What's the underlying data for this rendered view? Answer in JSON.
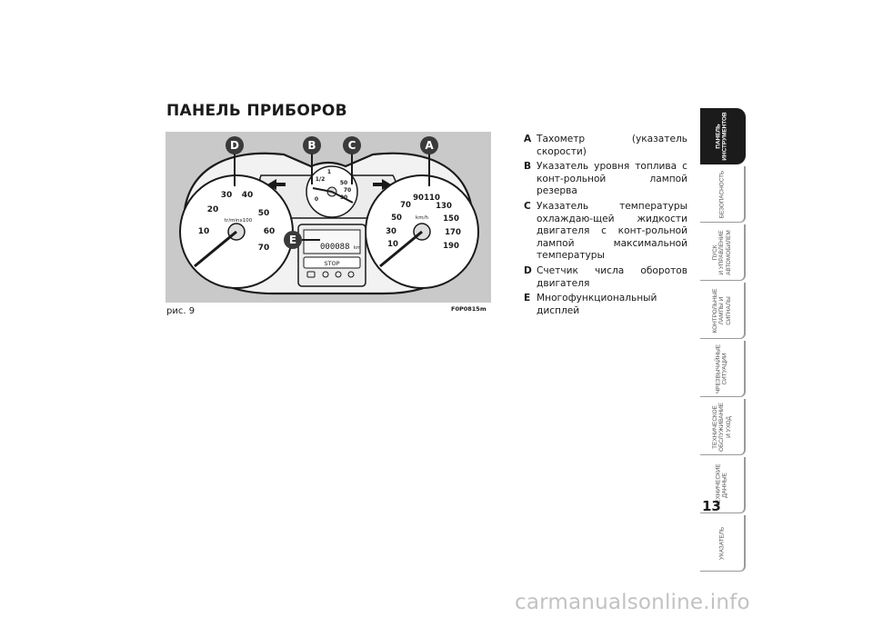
{
  "page": {
    "title": "ПАНЕЛЬ ПРИБОРОВ",
    "page_number": "13",
    "watermark": "carmanualsonline.info"
  },
  "figure": {
    "caption": "рис. 9",
    "code": "F0P0815m",
    "callouts": [
      "D",
      "B",
      "C",
      "A",
      "E"
    ],
    "tach_numbers": [
      "10",
      "20",
      "30",
      "40",
      "50",
      "60",
      "70"
    ],
    "tach_unit": "tr/minx100",
    "speed_numbers": [
      "10",
      "30",
      "50",
      "70",
      "90",
      "110",
      "130",
      "150",
      "170",
      "190"
    ],
    "speed_unit": "km/h",
    "temp_numbers": [
      "50",
      "70",
      "90"
    ],
    "fuel_marks": [
      "0",
      "1/2",
      "1"
    ],
    "display_odometer": "000088",
    "display_unit": "km",
    "stop_label": "STOP"
  },
  "legend": [
    {
      "letter": "A",
      "text": "Тахометр (указатель скорости)"
    },
    {
      "letter": "B",
      "text": "Указатель уровня топлива с конт-рольной лампой резерва"
    },
    {
      "letter": "C",
      "text": "Указатель температуры охлаждаю-щей жидкости двигателя с конт-рольной лампой максимальной температуры"
    },
    {
      "letter": "D",
      "text": "Счетчик числа оборотов двигателя"
    },
    {
      "letter": "E",
      "text": "Многофункциональный дисплей"
    }
  ],
  "side_tabs": [
    {
      "label": "ПАНЕЛЬ\nИНСТРУМЕНТОВ",
      "active": true
    },
    {
      "label": "БЕЗОПАСНОСТЬ",
      "active": false
    },
    {
      "label": "ПУСК\nИ УПРАВЛЕНИЕ\nАВТОМОБИЛЕМ",
      "active": false
    },
    {
      "label": "КОНТРОЛЬНЫЕ\nЛАМПЫ И\nСИГНАЛЫ",
      "active": false
    },
    {
      "label": "ЧРЕЗВЫЧАЙНЫЕ\nСИТУАЦИИ",
      "active": false
    },
    {
      "label": "ТЕХНИЧЕСКОЕ\nОБСЛУЖИВАНИЕ\nИ УХОД",
      "active": false
    },
    {
      "label": "ТЕХНИЧЕСКИЕ\nДАННЫЕ",
      "active": false
    },
    {
      "label": "УКАЗАТЕЛЬ",
      "active": false
    }
  ]
}
